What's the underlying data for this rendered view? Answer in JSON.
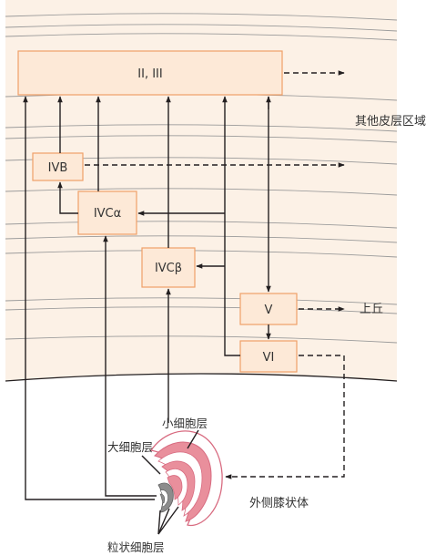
{
  "colors": {
    "cortex_fill": "#fcf1e6",
    "box_fill": "#fde9d7",
    "box_stroke": "#f0a068",
    "arrow": "#231f20",
    "lgn_pink": "#e98f9c",
    "lgn_gray": "#8c8c8c"
  },
  "boxes": {
    "layer_2_3": "II, III",
    "layer_4b": "IVB",
    "layer_4ca": "IVCα",
    "layer_4cb": "IVCβ",
    "layer_5": "V",
    "layer_6": "VI"
  },
  "targets": {
    "other_cortex": "其他皮层区域",
    "superior_colliculus": "上丘",
    "lgn": "外侧膝状体"
  },
  "lgn_layers": {
    "parvocellular": "小细胞层",
    "magnocellular": "大细胞层",
    "koniocellular": "粒状细胞层"
  }
}
